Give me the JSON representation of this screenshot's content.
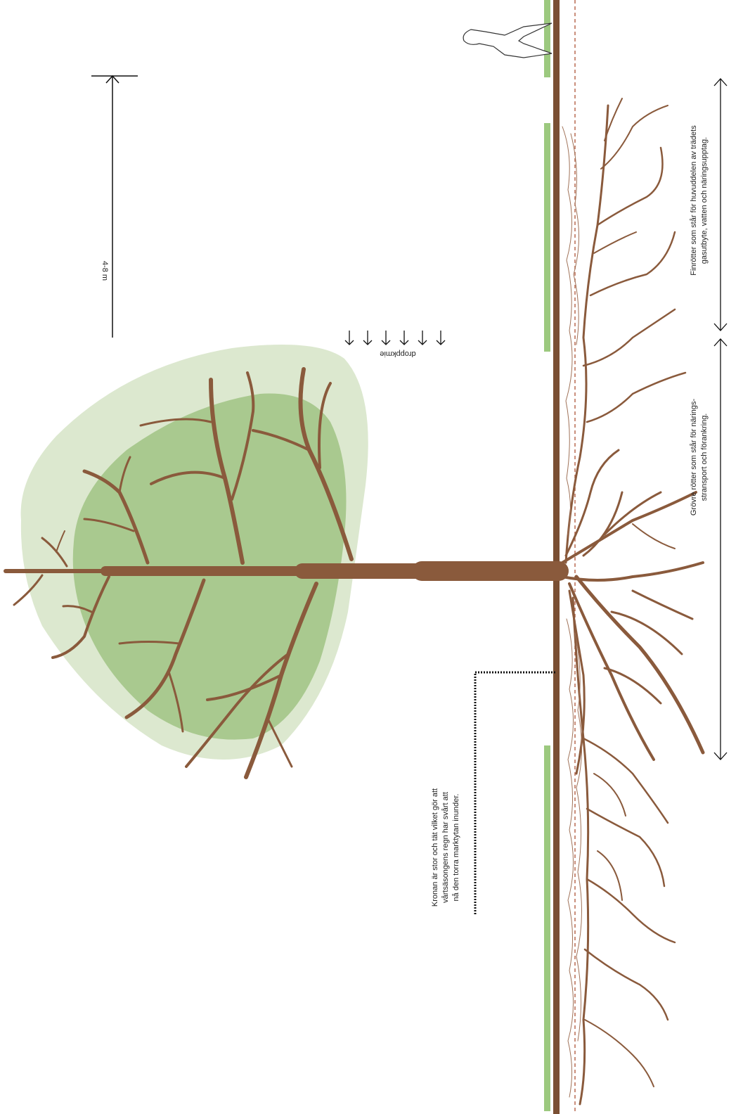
{
  "labels": {
    "height_scale": "4-8 m",
    "dripline": "droppkmie",
    "fine_roots_line1": "Finrötter som står för huvuddelen av trädets",
    "fine_roots_line2": "gasutbyte, vatten och näringsupptag.",
    "coarse_roots_line1": "Grövre rötter som står för närings-",
    "coarse_roots_line2": "stransport och förankring.",
    "crown_line1": "Kronan är stor och tät vilket gör att",
    "crown_line2": "vårtsäsongens regn har svårt att",
    "crown_line3": "nå den torra marktytan inunder."
  },
  "colors": {
    "trunk": "#8a5a3c",
    "canopy_outer": "#dce8cf",
    "canopy_inner": "#a9c98f",
    "grass": "#9cc97f",
    "ground_line": "#7a4f33",
    "dashed_line": "#b86a50"
  }
}
